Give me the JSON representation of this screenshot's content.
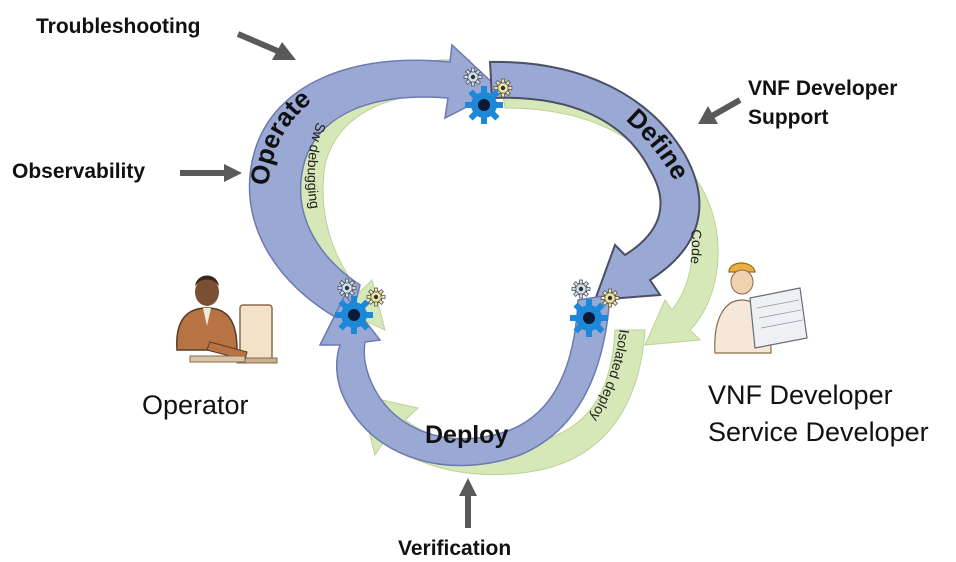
{
  "labels": {
    "troubleshooting": "Troubleshooting",
    "observability": "Observability",
    "vnf_dev_support_line1": "VNF Developer",
    "vnf_dev_support_line2": "Support",
    "verification": "Verification",
    "operator": "Operator",
    "vnf_developer": "VNF Developer",
    "service_developer": "Service Developer"
  },
  "cycle": {
    "operate": "Operate",
    "define": "Define",
    "deploy": "Deploy",
    "sw_debugging": "Sw debugging",
    "code": "Code",
    "isolated_deploy": "Isolated deploy"
  },
  "colors": {
    "blue_arrow": "#9aa9d4",
    "blue_arrow_edge": "#6b7ab0",
    "green_arrow": "#d6e8b8",
    "gear_blue": "#1e88d8",
    "gear_small_blue": "#cfe3f2",
    "gear_small_yellow": "#f1e6a6",
    "pointer": "#5a5a5a"
  }
}
